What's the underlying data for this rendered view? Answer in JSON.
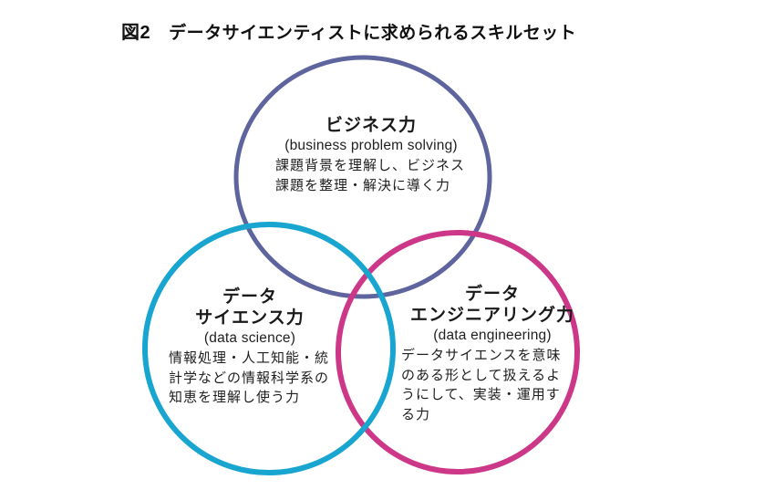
{
  "title": {
    "figure_label": "図2",
    "text": "データサイエンティストに求められるスキルセット"
  },
  "colors": {
    "business": "#5e649d",
    "data_science": "#18a5cf",
    "data_engineering": "#cd3787",
    "text": "#1a1a1a",
    "background": "#ffffff"
  },
  "circles": {
    "business": {
      "heading_lines": [
        "ビジネス力"
      ],
      "subheading": "(business problem solving)",
      "description_lines": [
        "課題背景を理解し、ビジネス",
        "課題を整理・解決に導く力"
      ]
    },
    "data_science": {
      "heading_lines": [
        "データ",
        "サイエンス力"
      ],
      "subheading": "(data science)",
      "description_lines": [
        "情報処理・人工知能・統",
        "計学などの情報科学系の",
        "知恵を理解し使う力"
      ]
    },
    "data_engineering": {
      "heading_lines": [
        "データ",
        "エンジニアリング力"
      ],
      "subheading": "(data engineering)",
      "description_lines": [
        "データサイエンスを意味",
        "のある形として扱えるよ",
        "うにして、実装・運用す",
        "る力"
      ]
    }
  }
}
